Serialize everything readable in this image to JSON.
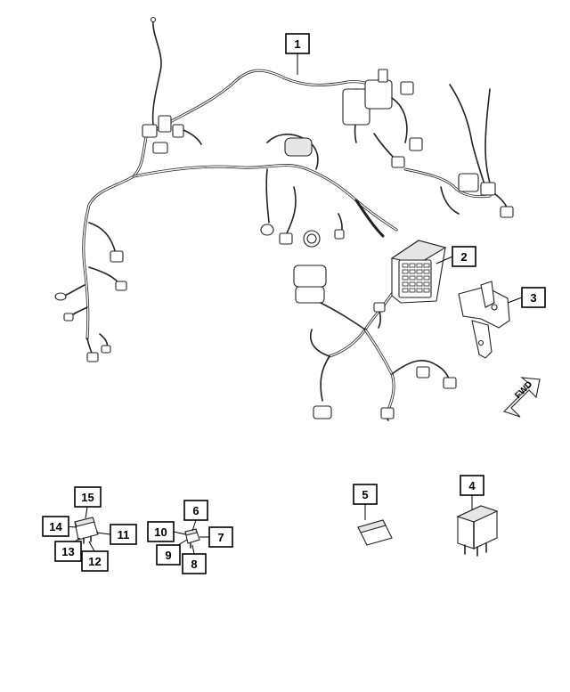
{
  "callouts": [
    {
      "id": "c1",
      "label": "1"
    },
    {
      "id": "c2",
      "label": "2"
    },
    {
      "id": "c3",
      "label": "3"
    },
    {
      "id": "c4",
      "label": "4"
    },
    {
      "id": "c5",
      "label": "5"
    },
    {
      "id": "c6",
      "label": "6"
    },
    {
      "id": "c7",
      "label": "7"
    },
    {
      "id": "c8",
      "label": "8"
    },
    {
      "id": "c9",
      "label": "9"
    },
    {
      "id": "c10",
      "label": "10"
    },
    {
      "id": "c11",
      "label": "11"
    },
    {
      "id": "c12",
      "label": "12"
    },
    {
      "id": "c13",
      "label": "13"
    },
    {
      "id": "c14",
      "label": "14"
    },
    {
      "id": "c15",
      "label": "15"
    }
  ],
  "direction_marker": {
    "text": "FWD"
  }
}
